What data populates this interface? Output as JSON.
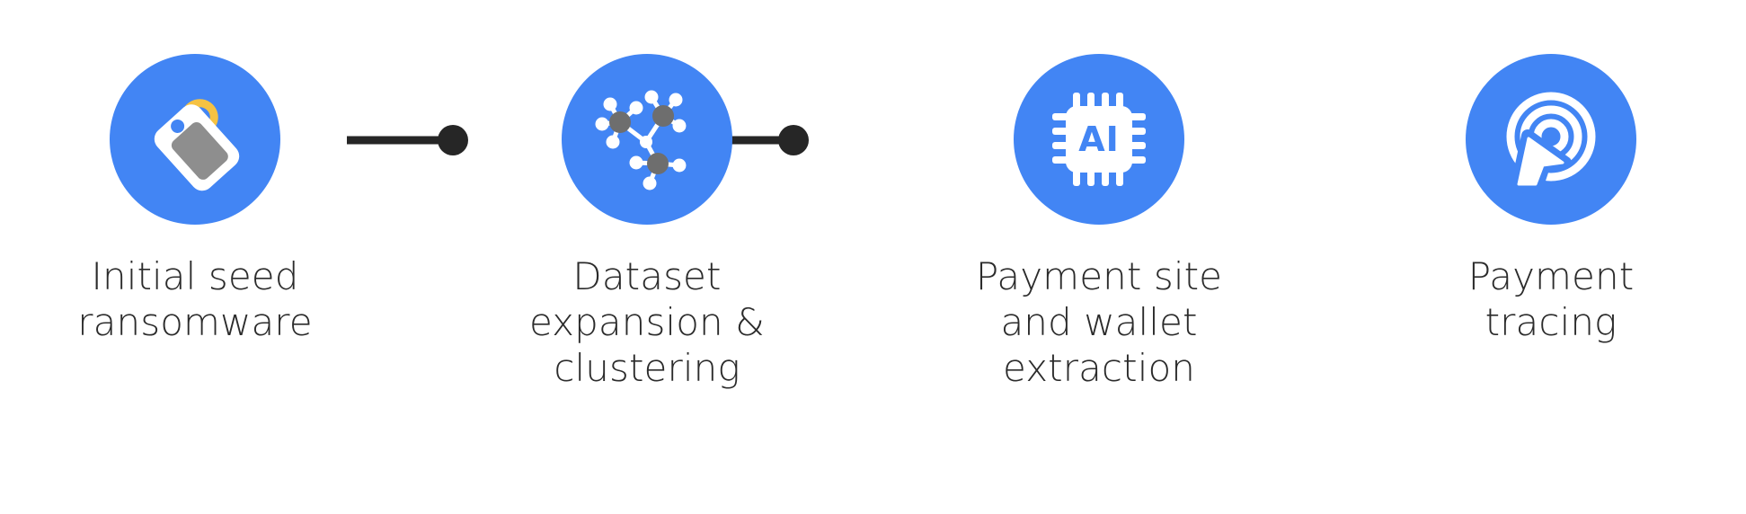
{
  "diagram": {
    "type": "horizontal-process-flow",
    "background_color": "#ffffff",
    "accent_color": "#4285f4",
    "connector_color": "#262626",
    "label_color": "#2b2b2b",
    "steps": [
      {
        "index": 1,
        "label": "Initial seed\nransomware",
        "icon": "price-tag-icon",
        "icon_colors": {
          "body": "#ffffff",
          "inner": "#8e8e8e",
          "string": "#f5c243"
        }
      },
      {
        "index": 2,
        "label": "Dataset\nexpansion &\nclustering",
        "icon": "network-cluster-icon",
        "icon_colors": {
          "nodes": "#ffffff",
          "hubs": "#6e6e6e",
          "links": "#ffffff"
        }
      },
      {
        "index": 3,
        "label": "Payment site\nand wallet\nextraction",
        "icon": "ai-chip-icon",
        "icon_colors": {
          "chip": "#ffffff",
          "text": "#4285f4"
        },
        "icon_text": "AI"
      },
      {
        "index": 4,
        "label": "Payment\ntracing",
        "icon": "target-cursor-icon",
        "icon_colors": {
          "rings": "#ffffff",
          "cursor": "#ffffff"
        }
      }
    ],
    "connectors": [
      {
        "from": 1,
        "to": 2,
        "endpoint_dot": true
      },
      {
        "from": 2,
        "to": 3,
        "endpoint_dot": true
      },
      {
        "from": 3,
        "to": 4,
        "endpoint_dot": true
      }
    ]
  }
}
